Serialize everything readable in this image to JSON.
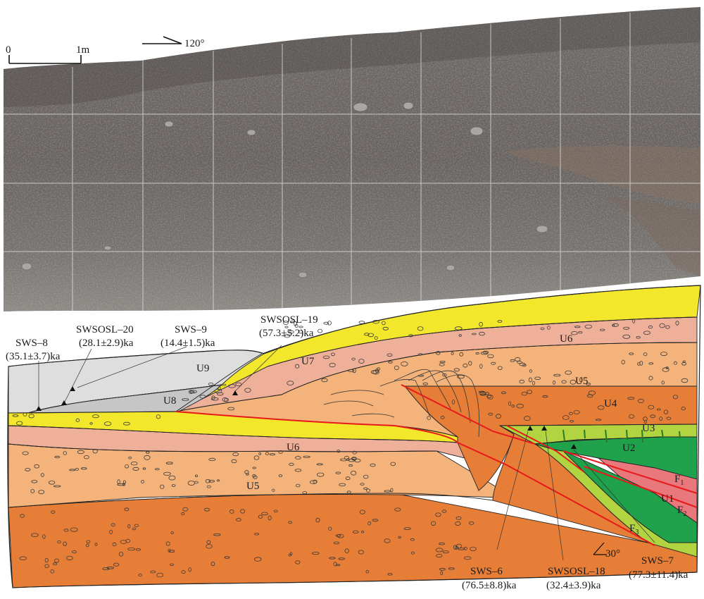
{
  "orientation": {
    "label": "120°"
  },
  "scale": {
    "zero": "0",
    "one": "1m"
  },
  "units": {
    "u1": "U1",
    "u2": "U2",
    "u3": "U3",
    "u4": "U4",
    "u5_upper": "U5",
    "u5_lower": "U5",
    "u6_upper": "U6",
    "u6_lower": "U6",
    "u7": "U7",
    "u8": "U8",
    "u9": "U9"
  },
  "faults": {
    "f1": {
      "letter": "F",
      "sub": "1"
    },
    "f2": {
      "letter": "F",
      "sub": "2"
    },
    "f3": {
      "letter": "F",
      "sub": "3"
    }
  },
  "dip": {
    "label": "30°"
  },
  "samples": [
    {
      "id": "SWS–8",
      "age": "(35.1±3.7)ka"
    },
    {
      "id": "SWSOSL–20",
      "age": "(28.1±2.9)ka"
    },
    {
      "id": "SWS–9",
      "age": "(14.4±1.5)ka"
    },
    {
      "id": "SWSOSL–19",
      "age": "(57.3±5.2)ka"
    },
    {
      "id": "SWS–6",
      "age": "(76.5±8.8)ka"
    },
    {
      "id": "SWSOSL–18",
      "age": "(32.4±3.9)ka"
    },
    {
      "id": "SWS–7",
      "age": "(77.3±11.4)ka"
    }
  ],
  "colors": {
    "yellow": "#f3ea2a",
    "pink": "#f0b39d",
    "light_orange": "#f4b680",
    "orange": "#ea8038",
    "dark_orange": "#e07733",
    "light_green": "#b5d542",
    "green": "#21a24e",
    "red_unit": "#e9787a",
    "gray": "#dcdcdc",
    "gray_dark": "#c7c7c7",
    "fault": "#e8191b"
  }
}
